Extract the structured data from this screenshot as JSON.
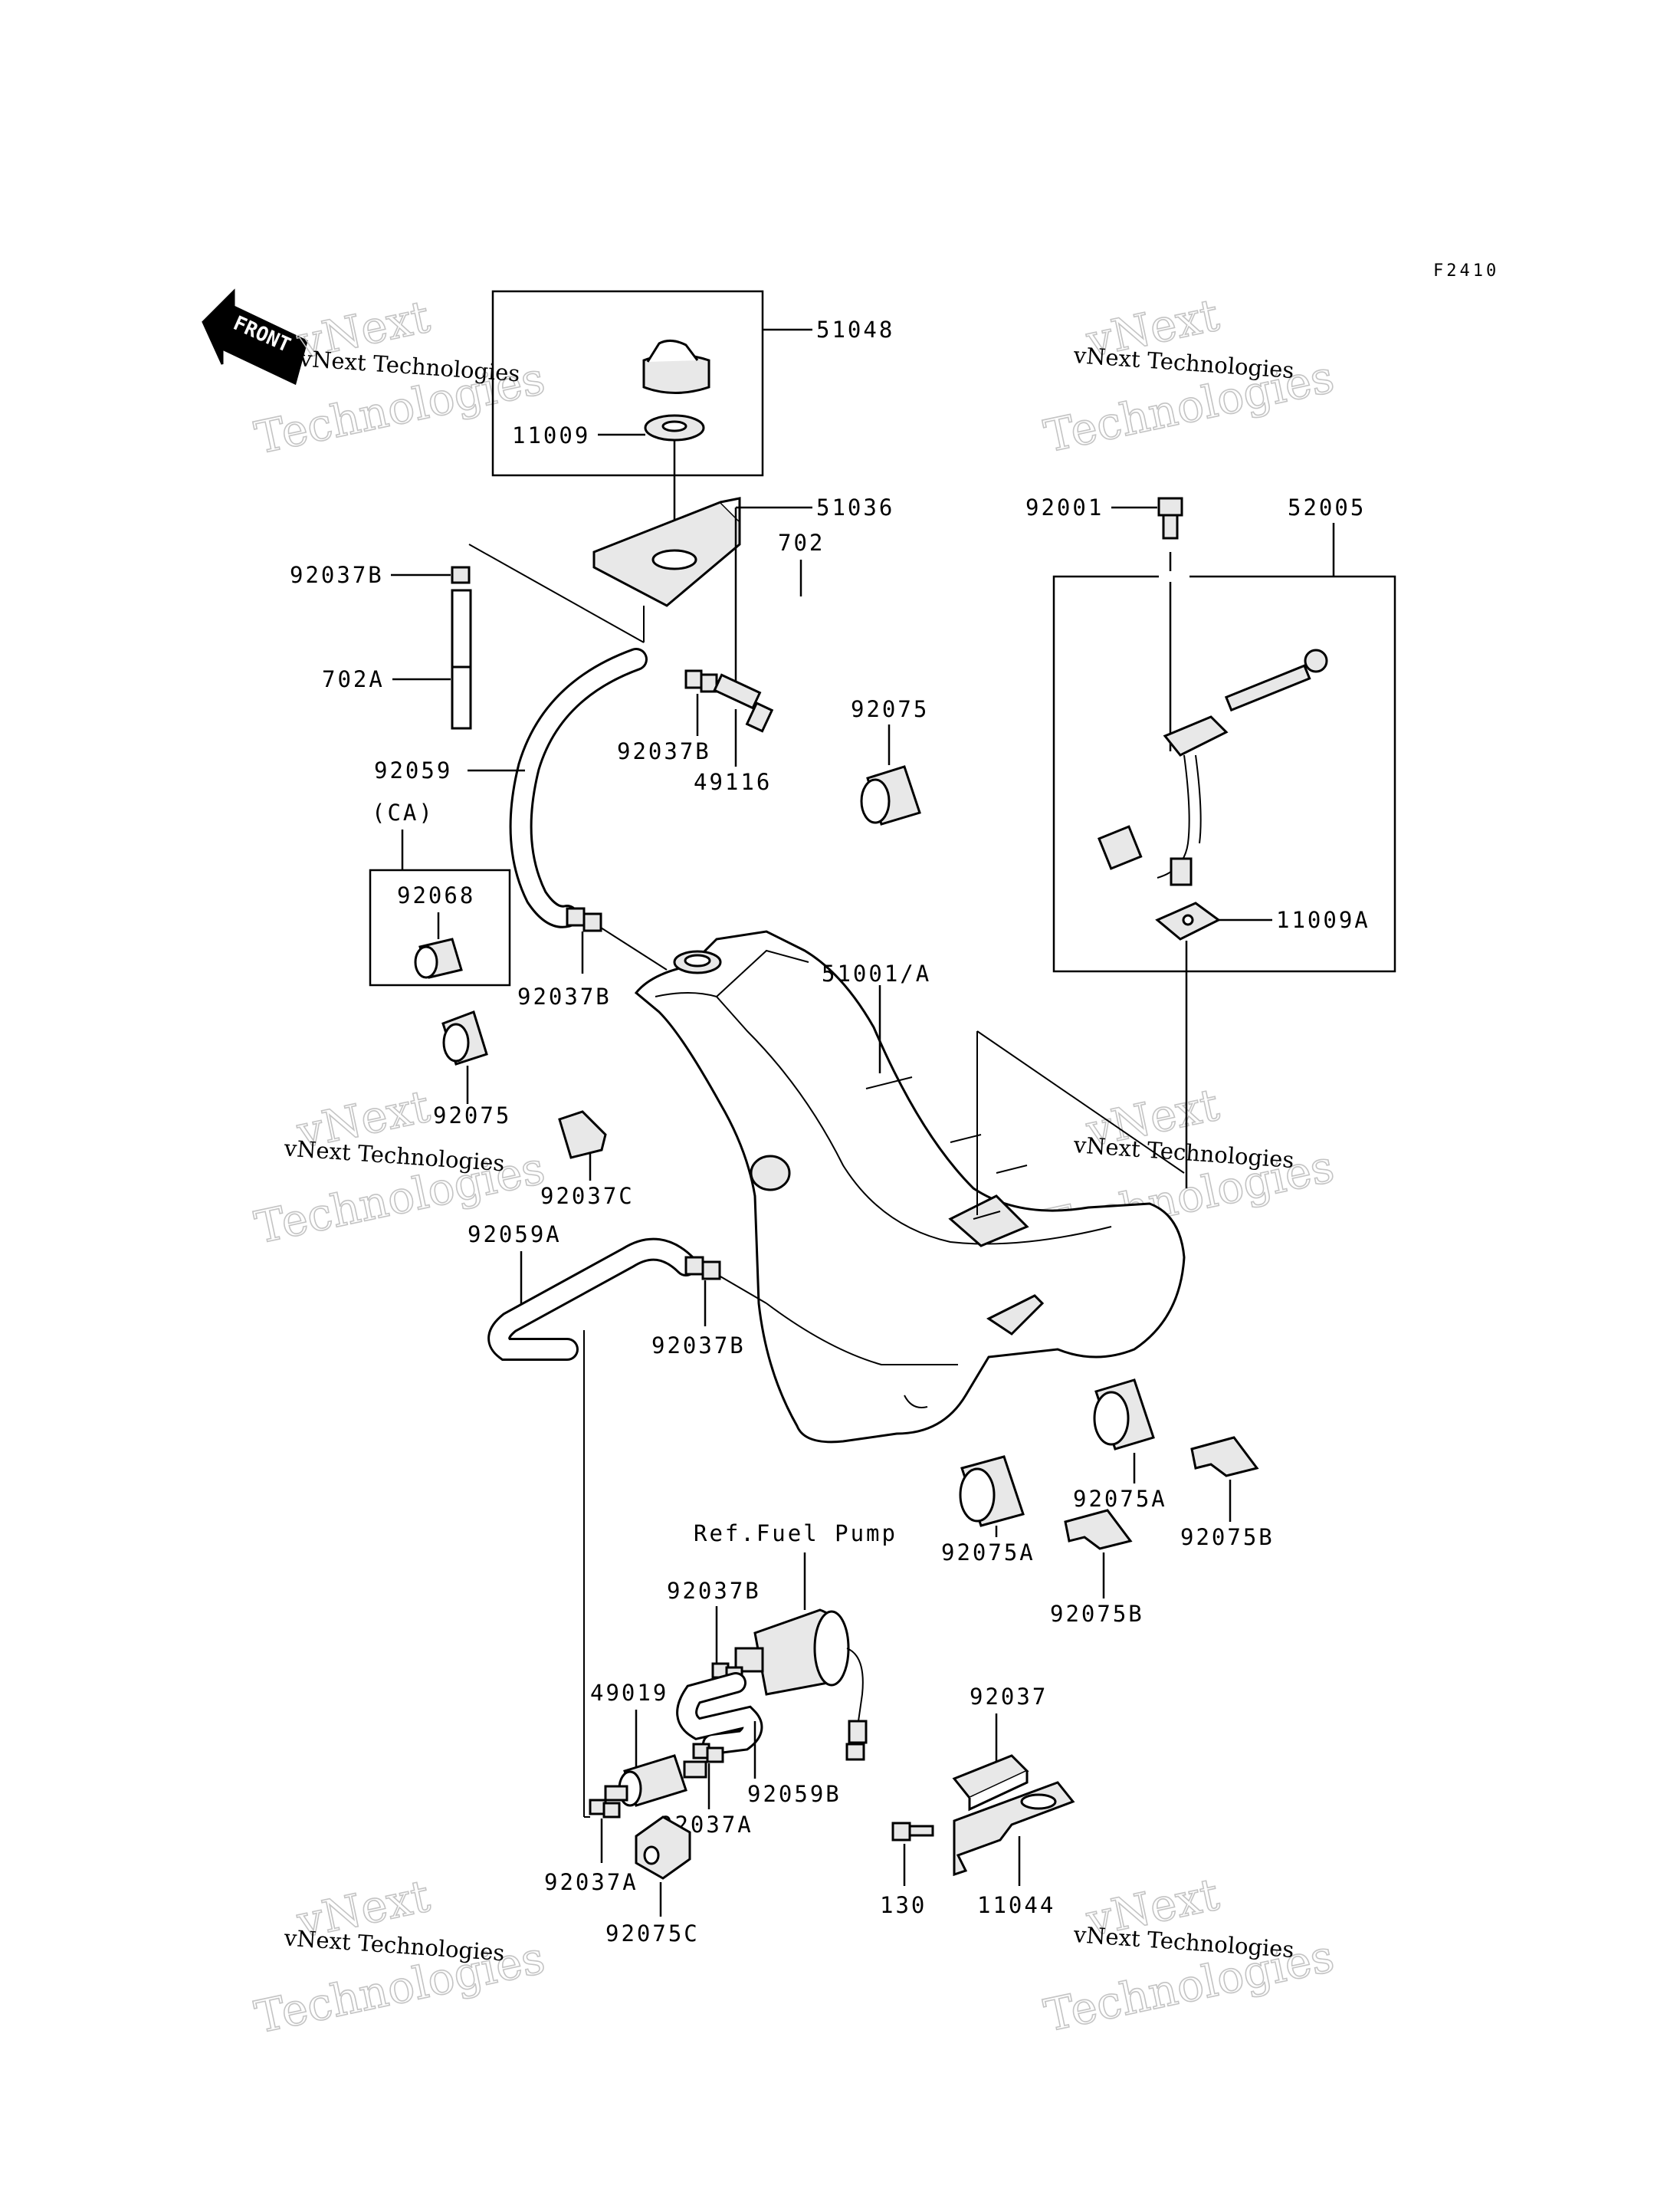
{
  "figure_code": "F2410",
  "front_arrow_label": "FRONT",
  "watermark": {
    "line1": "vNext",
    "line2": "vNext Technologies",
    "line3": "Technologies"
  },
  "labels": {
    "p51048": "51048",
    "p11009": "11009",
    "p51036": "51036",
    "p702": "702",
    "p92037B_1": "92037B",
    "p702A": "702A",
    "p92037B_2": "92037B",
    "p49116": "49116",
    "p92075_1": "92075",
    "p92059": "92059",
    "ca": "(CA)",
    "p92068": "92068",
    "p92037B_3": "92037B",
    "p51001A": "51001/A",
    "p92001": "92001",
    "p52005": "52005",
    "p11009A": "11009A",
    "p92075_2": "92075",
    "p92037C": "92037C",
    "p92059A": "92059A",
    "p92037B_4": "92037B",
    "p92075A_1": "92075A",
    "p92075A_2": "92075A",
    "p92075B_1": "92075B",
    "p92075B_2": "92075B",
    "ref_fuel_pump": "Ref.Fuel Pump",
    "p92037B_5": "92037B",
    "p49019": "49019",
    "p92059B": "92059B",
    "p92037A_1": "92037A",
    "p92037A_2": "92037A",
    "p92075C": "92075C",
    "p92037": "92037",
    "p130": "130",
    "p11044": "11044"
  }
}
